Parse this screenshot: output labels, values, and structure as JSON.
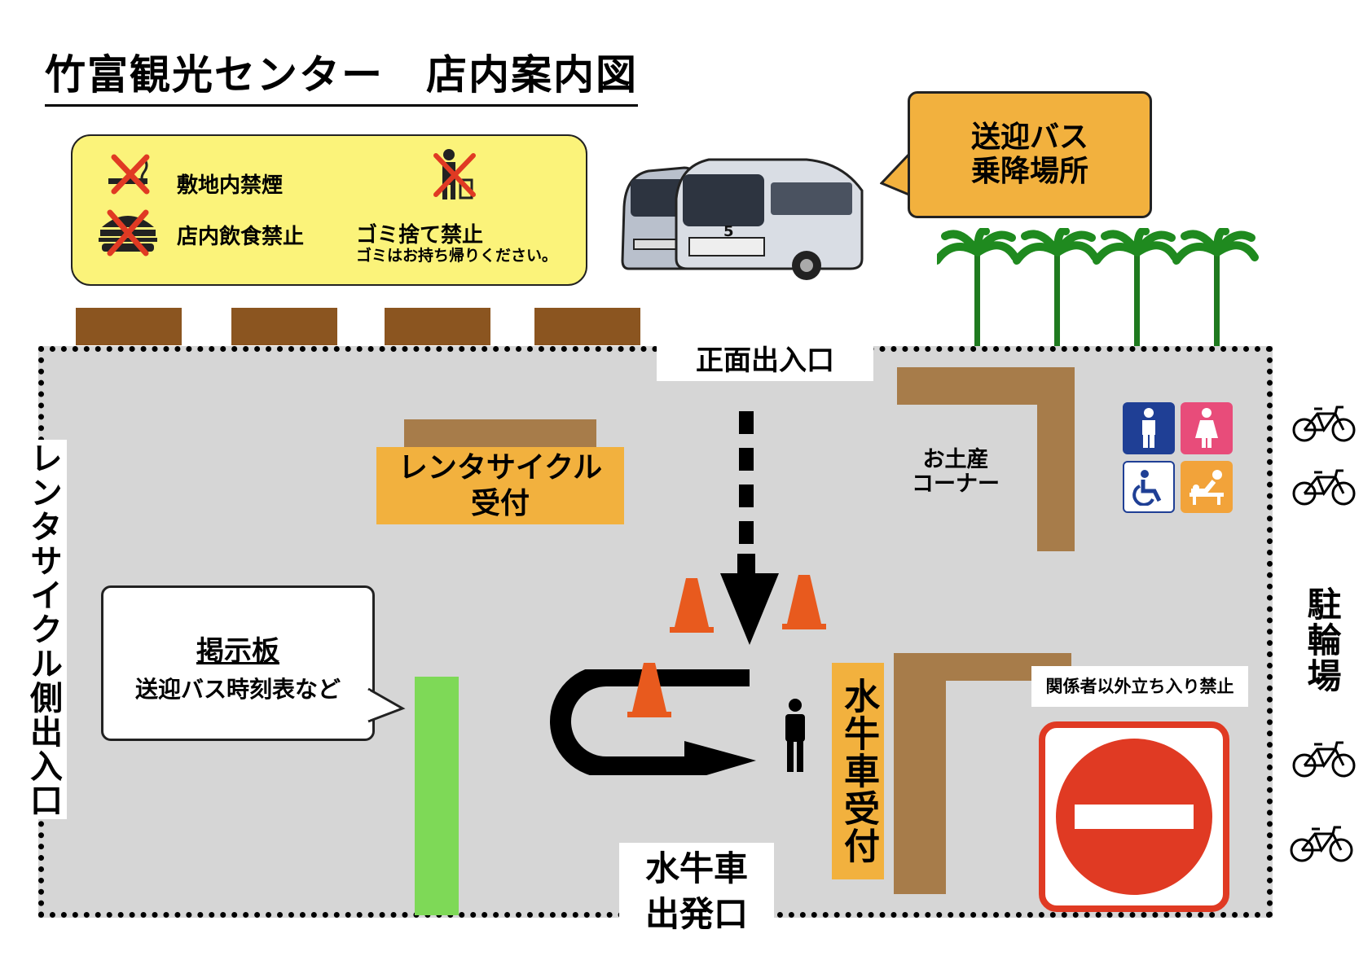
{
  "title": "竹富観光センター　店内案内図",
  "legend": {
    "no_smoking": "敷地内禁煙",
    "no_eating": "店内飲食禁止",
    "no_littering": "ゴミ捨て禁止",
    "no_littering_note": "ゴミはお持ち帰りください。"
  },
  "bus_callout": {
    "line1": "送迎バス",
    "line2": "乗降場所"
  },
  "bus_number": "5",
  "main_entrance": "正面出入口",
  "rental_cycle_counter": {
    "line1": "レンタサイクル",
    "line2": "受付"
  },
  "souvenir_corner": {
    "line1": "お土産",
    "line2": "コーナー"
  },
  "bulletin_board": {
    "title": "掲示板",
    "subtitle": "送迎バス時刻表など"
  },
  "water_buffalo_counter": "水牛車受付",
  "staff_only": "関係者以外立ち入り禁止",
  "side_entrance": "レンタサイクル側出入口",
  "water_buffalo_departure": {
    "line1": "水牛車",
    "line2": "出発口"
  },
  "bicycle_parking": "駐輪場",
  "colors": {
    "floor": "#d6d6d6",
    "accent_orange": "#f2b13e",
    "legend_yellow": "#fbf37a",
    "counter_brown": "#a77c4a",
    "bench_brown": "#8b5520",
    "board_green": "#7ed957",
    "no_entry_red": "#e03a23",
    "cone_orange": "#e85a1e",
    "restroom_blue": "#1f3f95",
    "restroom_pink": "#e84c7a"
  }
}
